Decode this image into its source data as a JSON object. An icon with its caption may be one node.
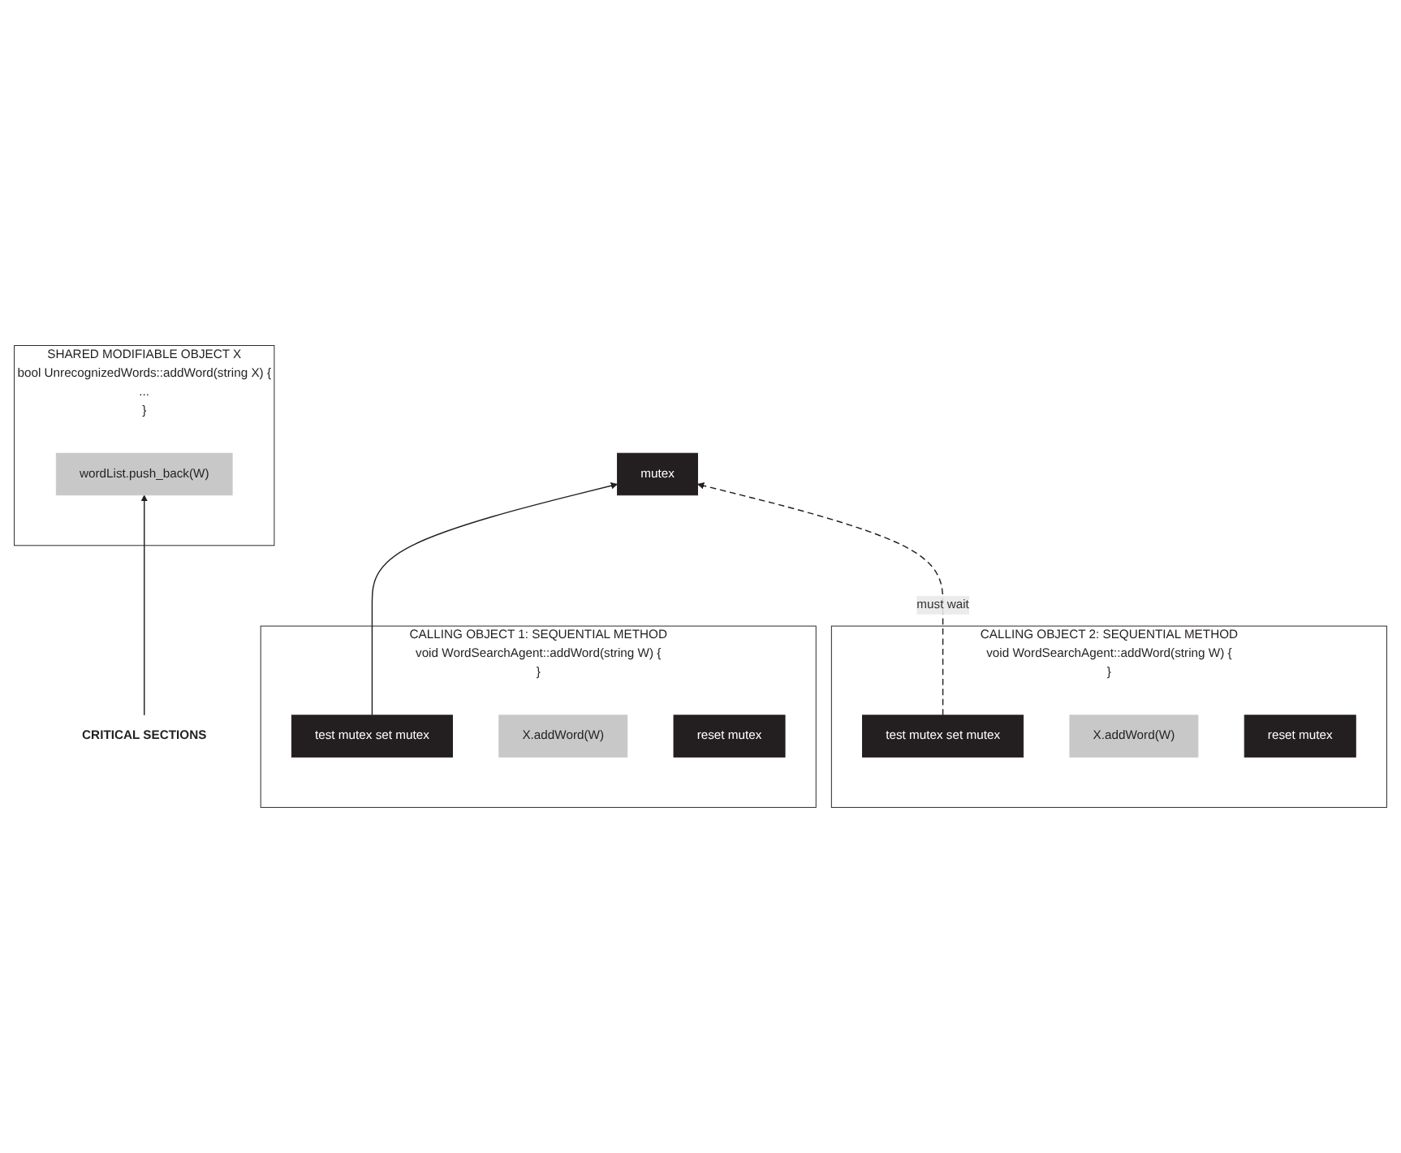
{
  "diagram": {
    "nodes": [
      {
        "text": [
          "CALLING OBJECT 1: SEQUENTIAL METHOD",
          "void WordSearchAgent::addWord(string W) {",
          "}"
        ]
      },
      {
        "text": [
          "test mutex set mutex"
        ],
        "in": 0
      },
      {
        "text": [
          "X.addWord(W)"
        ],
        "in": 0
      },
      {
        "text": [
          "reset mutex"
        ],
        "in": 0
      },
      {
        "text": [
          "mutex"
        ]
      },
      {
        "text": [
          "SHARED MODIFIABLE OBJECT X",
          "bool UnrecognizedWords::addWord(string X) {",
          "...",
          "}"
        ]
      },
      {
        "text": [
          "wordList.push_back(W)"
        ],
        "in": 5
      },
      {
        "text": [
          "CRITICAL SECTIONS"
        ]
      },
      {
        "text": [
          "CALLING OBJECT 2: SEQUENTIAL METHOD",
          "void WordSearchAgent::addWord(string W) {",
          "}"
        ]
      },
      {
        "text": [
          "test mutex set mutex"
        ],
        "in": 8
      },
      {
        "text": [
          "X.addWord(W)"
        ],
        "in": 8
      },
      {
        "text": [
          "reset mutex"
        ],
        "in": 8
      }
    ],
    "edges": [
      {
        "from": 1,
        "to": 4,
        "arrow": "to"
      },
      {
        "from": 9,
        "to": 4,
        "arrow": "to",
        "label": "must wait",
        "style": "dashed"
      },
      {
        "from": 7,
        "to": 6,
        "arrow": "to"
      }
    ]
  }
}
